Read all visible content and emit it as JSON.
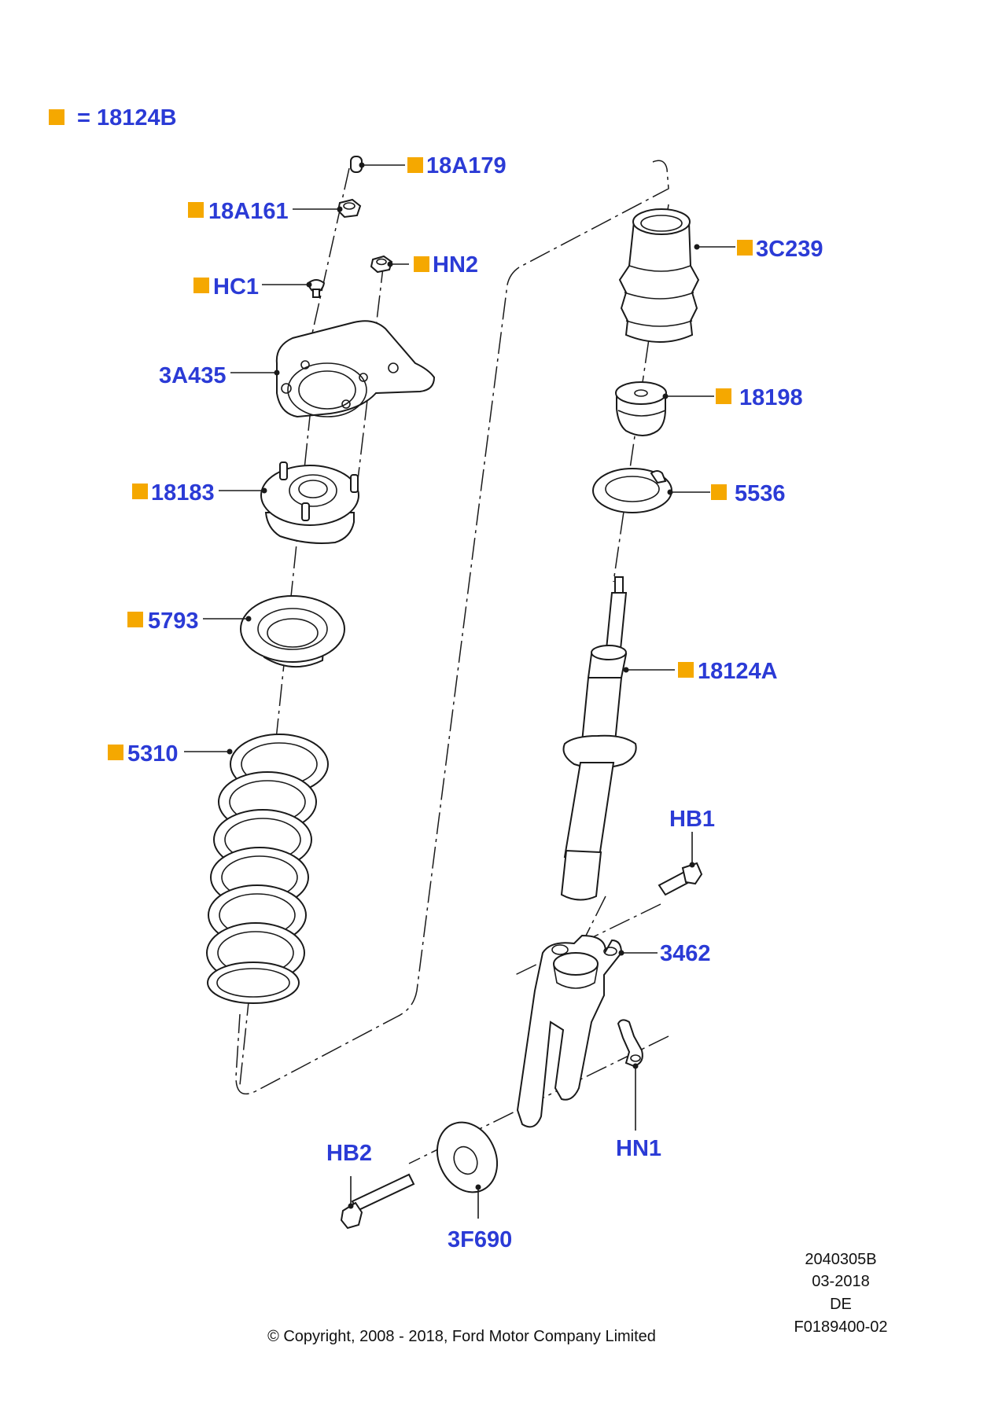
{
  "colors": {
    "label_blue": "#2b3bd6",
    "marker_orange": "#f5a800",
    "line": "#1a1a1a"
  },
  "legend": {
    "text": "= 18124B"
  },
  "parts": [
    {
      "id": "18A179",
      "label": "18A179",
      "marker": true
    },
    {
      "id": "18A161",
      "label": "18A161",
      "marker": true
    },
    {
      "id": "HN2",
      "label": "HN2",
      "marker": true
    },
    {
      "id": "HC1",
      "label": "HC1",
      "marker": true
    },
    {
      "id": "3A435",
      "label": "3A435",
      "marker": false
    },
    {
      "id": "18183",
      "label": "18183",
      "marker": true
    },
    {
      "id": "5793",
      "label": "5793",
      "marker": true
    },
    {
      "id": "5310",
      "label": "5310",
      "marker": true
    },
    {
      "id": "3C239",
      "label": "3C239",
      "marker": true
    },
    {
      "id": "18198",
      "label": "18198",
      "marker": true
    },
    {
      "id": "5536",
      "label": "5536",
      "marker": true
    },
    {
      "id": "18124A",
      "label": "18124A",
      "marker": true
    },
    {
      "id": "HB1",
      "label": "HB1",
      "marker": false
    },
    {
      "id": "3462",
      "label": "3462",
      "marker": false
    },
    {
      "id": "HN1",
      "label": "HN1",
      "marker": false
    },
    {
      "id": "HB2",
      "label": "HB2",
      "marker": false
    },
    {
      "id": "3F690",
      "label": "3F690",
      "marker": false
    }
  ],
  "drawing_info": {
    "number": "2040305B",
    "date": "03-2018",
    "region": "DE",
    "ref": "F0189400-02"
  },
  "copyright": "© Copyright, 2008 - 2018, Ford Motor Company Limited"
}
